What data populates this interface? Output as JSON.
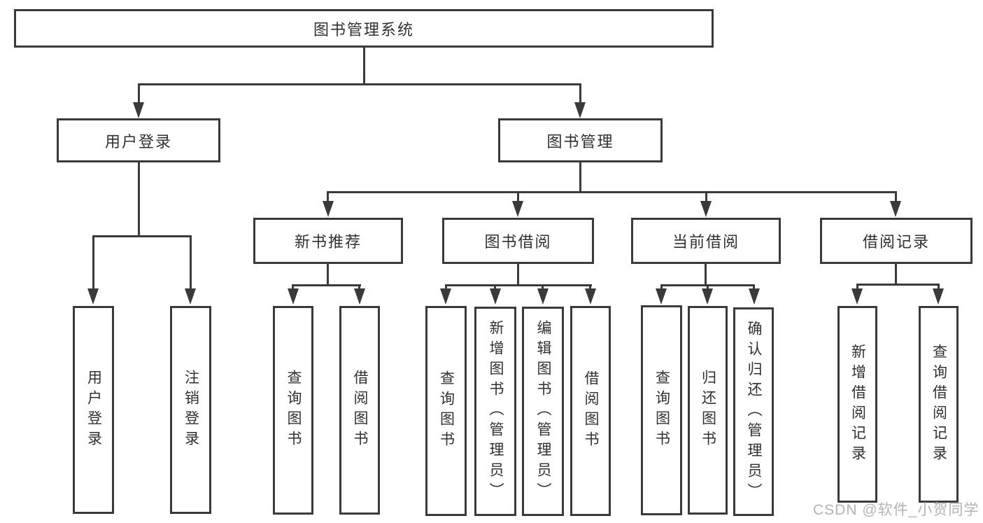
{
  "diagram": {
    "type": "hierarchy-tree",
    "tree": {
      "label": "图书管理系统",
      "children": [
        {
          "label": "用户登录",
          "children": [
            {
              "label": "用户登录"
            },
            {
              "label": "注销登录"
            }
          ]
        },
        {
          "label": "图书管理",
          "children": [
            {
              "label": "新书推荐",
              "children": [
                {
                  "label": "查询图书"
                },
                {
                  "label": "借阅图书"
                }
              ]
            },
            {
              "label": "图书借阅",
              "children": [
                {
                  "label": "查询图书"
                },
                {
                  "label": "新增图书（管理员）"
                },
                {
                  "label": "编辑图书（管理员）"
                },
                {
                  "label": "借阅图书"
                }
              ]
            },
            {
              "label": "当前借阅",
              "children": [
                {
                  "label": "查询图书"
                },
                {
                  "label": "归还图书"
                },
                {
                  "label": "确认归还（管理员）"
                }
              ]
            },
            {
              "label": "借阅记录",
              "children": [
                {
                  "label": "新增借阅记录"
                },
                {
                  "label": "查询借阅记录"
                }
              ]
            }
          ]
        }
      ]
    },
    "watermark": "CSDN @软件_小贺同学",
    "colors": {
      "line": "#3a3a3a",
      "box_border": "#3a3a3a",
      "box_fill": "#ffffff",
      "text": "#303030",
      "watermark": "#b3b3b3",
      "background": "#ffffff"
    }
  }
}
